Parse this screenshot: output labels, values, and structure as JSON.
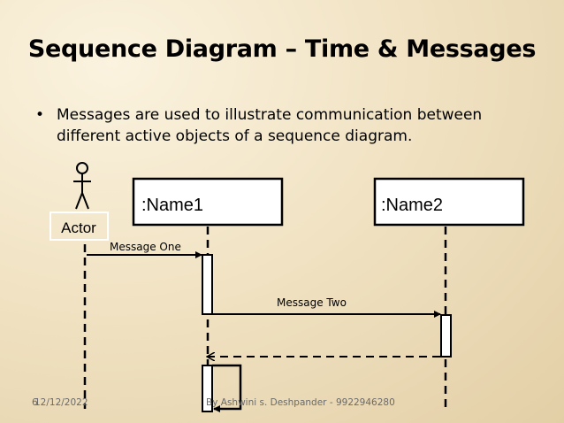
{
  "slide": {
    "title": "Sequence Diagram – Time & Messages",
    "bullet_symbol": "•",
    "bullet_text": "Messages are used to illustrate communication between different active objects of a sequence diagram."
  },
  "diagram": {
    "actor_label": "Actor",
    "object1_label": ":Name1",
    "object2_label": ":Name2",
    "message1_label": "Message One",
    "message2_label": "Message Two"
  },
  "footer": {
    "slide_number": "6",
    "date": "12/12/2022",
    "author": "By Ashwini s. Deshpander - 9922946280"
  }
}
